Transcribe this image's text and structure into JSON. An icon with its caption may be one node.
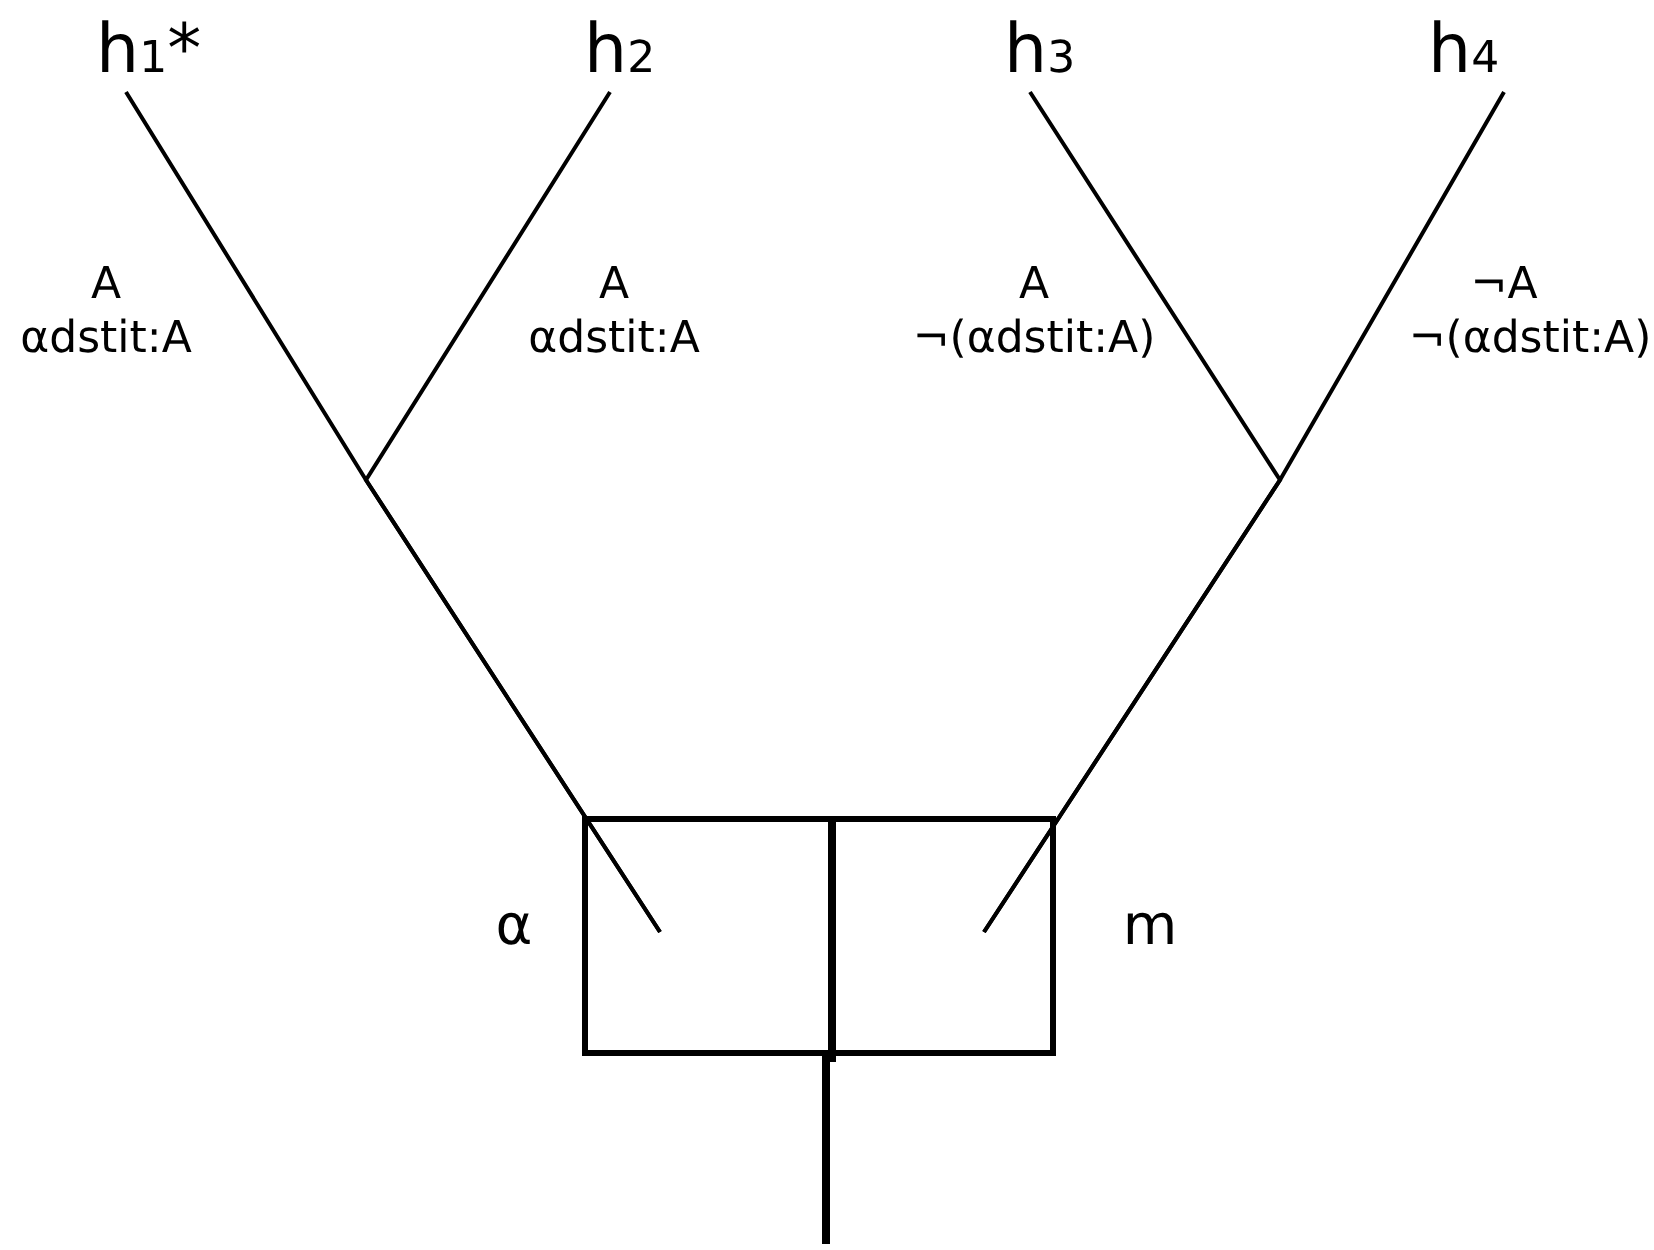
{
  "diagram": {
    "nodes": [
      {
        "text": [
          "h$_{1}$*"
        ],
        "beside": [
          "A",
          "αdstit:A"
        ]
      },
      {
        "text": [
          "h$_{2}$"
        ],
        "beside": [
          "A",
          "αdstit:A"
        ]
      },
      {
        "text": [
          "h$_{3}$"
        ],
        "beside": [
          "A",
          "¬(αdstit:A)"
        ]
      },
      {
        "text": [
          "h$_{4}$"
        ],
        "beside": [
          "¬A",
          "¬(αdstit:A)"
        ]
      },
      {
        "text": [],
        "shape": "box"
      },
      {
        "text": [],
        "shape": "box",
        "in": 4
      },
      {
        "text": [],
        "shape": "box",
        "in": 4
      }
    ],
    "edges": [
      {
        "from": 5,
        "to": 0,
        "arrow": "none"
      },
      {
        "from": 5,
        "to": 1,
        "arrow": "none"
      },
      {
        "from": 6,
        "to": 2,
        "arrow": "none"
      },
      {
        "from": 6,
        "to": 3,
        "arrow": "none"
      },
      {
        "from": 4,
        "to": null,
        "arrow": "none",
        "style": "thick"
      }
    ],
    "labels": [
      "α",
      "m"
    ]
  }
}
